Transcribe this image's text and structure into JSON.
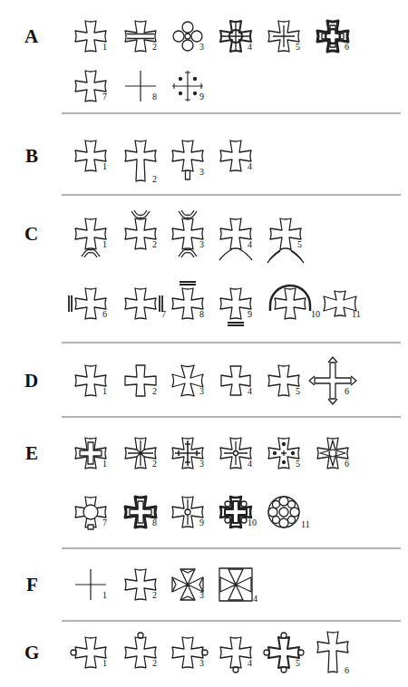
{
  "diagram": {
    "labels": [
      "A",
      "1",
      "2",
      "3",
      "4",
      "5",
      "6",
      "7",
      "8",
      "9",
      "B",
      "1",
      "2",
      "3",
      "4",
      "C",
      "1",
      "2",
      "3",
      "4",
      "5",
      "6",
      "7",
      "8",
      "9",
      "10",
      "11",
      "D",
      "1",
      "2",
      "3",
      "4",
      "5",
      "6",
      "E",
      "1",
      "2",
      "3",
      "4",
      "5",
      "6",
      "7",
      "8",
      "9",
      "10",
      "11",
      "F",
      "1",
      "2",
      "3",
      "4",
      "G",
      "1",
      "2",
      "3",
      "4",
      "5",
      "6"
    ]
  }
}
